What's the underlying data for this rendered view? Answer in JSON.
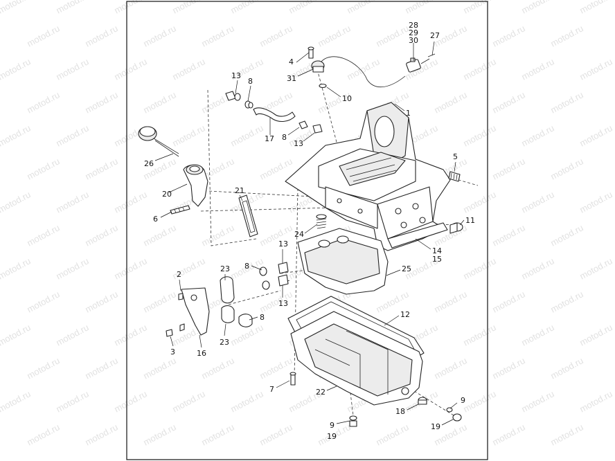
{
  "watermark": {
    "text": "motod.ru",
    "color": "#c9c9c9"
  },
  "diagram": {
    "frame_color": "#111111",
    "callouts": [
      {
        "id": "28",
        "text": "28"
      },
      {
        "id": "29",
        "text": "29"
      },
      {
        "id": "30",
        "text": "30"
      },
      {
        "id": "27",
        "text": "27"
      },
      {
        "id": "4",
        "text": "4"
      },
      {
        "id": "31",
        "text": "31"
      },
      {
        "id": "10",
        "text": "10"
      },
      {
        "id": "13a",
        "text": "13"
      },
      {
        "id": "8a",
        "text": "8"
      },
      {
        "id": "1",
        "text": "1"
      },
      {
        "id": "17",
        "text": "17"
      },
      {
        "id": "8b",
        "text": "8"
      },
      {
        "id": "13b",
        "text": "13"
      },
      {
        "id": "26",
        "text": "26"
      },
      {
        "id": "5",
        "text": "5"
      },
      {
        "id": "20",
        "text": "20"
      },
      {
        "id": "21",
        "text": "21"
      },
      {
        "id": "6",
        "text": "6"
      },
      {
        "id": "11",
        "text": "11"
      },
      {
        "id": "24",
        "text": "24"
      },
      {
        "id": "13c",
        "text": "13"
      },
      {
        "id": "14",
        "text": "14"
      },
      {
        "id": "15",
        "text": "15"
      },
      {
        "id": "8c",
        "text": "8"
      },
      {
        "id": "23a",
        "text": "23"
      },
      {
        "id": "25",
        "text": "25"
      },
      {
        "id": "2",
        "text": "2"
      },
      {
        "id": "13d",
        "text": "13"
      },
      {
        "id": "12",
        "text": "12"
      },
      {
        "id": "8d",
        "text": "8"
      },
      {
        "id": "23b",
        "text": "23"
      },
      {
        "id": "3",
        "text": "3"
      },
      {
        "id": "16",
        "text": "16"
      },
      {
        "id": "7",
        "text": "7"
      },
      {
        "id": "22",
        "text": "22"
      },
      {
        "id": "18",
        "text": "18"
      },
      {
        "id": "9a",
        "text": "9"
      },
      {
        "id": "9b",
        "text": "9"
      },
      {
        "id": "19a",
        "text": "19"
      },
      {
        "id": "19b",
        "text": "19"
      }
    ]
  }
}
